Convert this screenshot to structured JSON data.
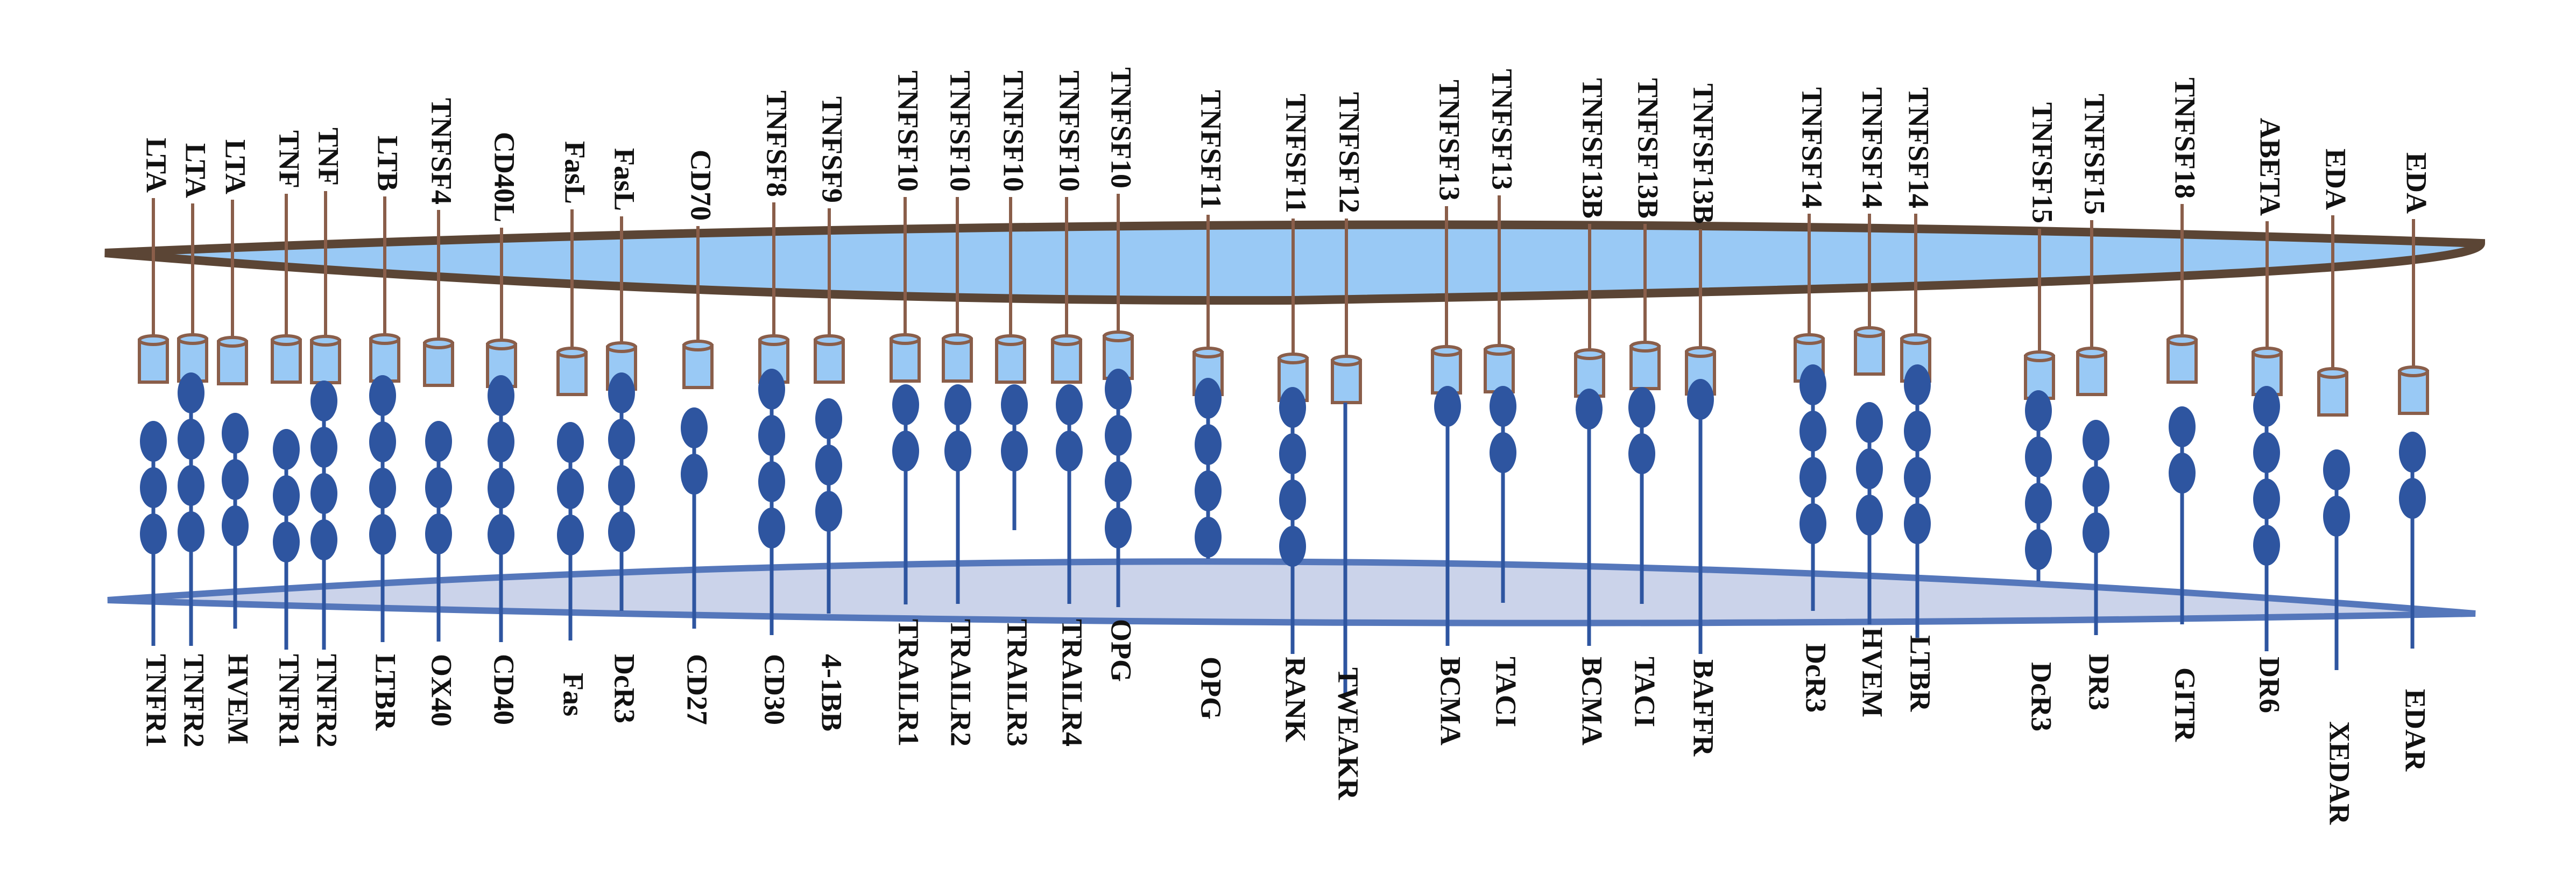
{
  "colors": {
    "upper_membrane_fill": "#99c9f5",
    "upper_membrane_edge": "#5b4535",
    "lower_membrane_fill": "#cbd3ea",
    "lower_membrane_edge": "#5577bb",
    "ligand_stalk": "#8a5e4a",
    "ligand_cylinder_fill": "#99c9f5",
    "ligand_cylinder_edge": "#8a5e4a",
    "receptor_color": "#2e55a0"
  },
  "pairs": [
    {
      "ligand": "LTA",
      "receptor": "TNFR1",
      "crd_count": 3
    },
    {
      "ligand": "LTA",
      "receptor": "TNFR2",
      "crd_count": 4
    },
    {
      "ligand": "LTA",
      "receptor": "HVEM",
      "crd_count": 3
    },
    {
      "ligand": "TNF",
      "receptor": "TNFR1",
      "crd_count": 3
    },
    {
      "ligand": "TNF",
      "receptor": "TNFR2",
      "crd_count": 4
    },
    {
      "ligand": "LTB",
      "receptor": "LTBR",
      "crd_count": 4
    },
    {
      "ligand": "TNFSF4",
      "receptor": "OX40",
      "crd_count": 3
    },
    {
      "ligand": "CD40L",
      "receptor": "CD40",
      "crd_count": 4
    },
    {
      "ligand": "FasL",
      "receptor": "Fas",
      "crd_count": 3
    },
    {
      "ligand": "FasL",
      "receptor": "DcR3",
      "crd_count": 4
    },
    {
      "ligand": "CD70",
      "receptor": "CD27",
      "crd_count": 2
    },
    {
      "ligand": "TNFSF8",
      "receptor": "CD30",
      "crd_count": 4
    },
    {
      "ligand": "TNFSF9",
      "receptor": "4-1BB",
      "crd_count": 3
    },
    {
      "ligand": "TNFSF10",
      "receptor": "TRAILR1",
      "crd_count": 2
    },
    {
      "ligand": "TNFSF10",
      "receptor": "TRAILR2",
      "crd_count": 2
    },
    {
      "ligand": "TNFSF10",
      "receptor": "TRAILR3",
      "crd_count": 2
    },
    {
      "ligand": "TNFSF10",
      "receptor": "TRAILR4",
      "crd_count": 2
    },
    {
      "ligand": "TNFSF10",
      "receptor": "OPG",
      "crd_count": 4
    },
    {
      "ligand": "TNFSF11",
      "receptor": "OPG",
      "crd_count": 4
    },
    {
      "ligand": "TNFSF11",
      "receptor": "RANK",
      "crd_count": 4
    },
    {
      "ligand": "TNFSF12",
      "receptor": "TWEAKR",
      "crd_count": 0
    },
    {
      "ligand": "TNFSF13",
      "receptor": "BCMA",
      "crd_count": 1
    },
    {
      "ligand": "TNFSF13",
      "receptor": "TACI",
      "crd_count": 2
    },
    {
      "ligand": "TNFSF13B",
      "receptor": "BCMA",
      "crd_count": 1
    },
    {
      "ligand": "TNFSF13B",
      "receptor": "TACI",
      "crd_count": 2
    },
    {
      "ligand": "TNFSF13B",
      "receptor": "BAFFR",
      "crd_count": 1
    },
    {
      "ligand": "TNFSF14",
      "receptor": "DcR3",
      "crd_count": 4
    },
    {
      "ligand": "TNFSF14",
      "receptor": "HVEM",
      "crd_count": 3
    },
    {
      "ligand": "TNFSF14",
      "receptor": "LTBR",
      "crd_count": 4
    },
    {
      "ligand": "TNFSF15",
      "receptor": "DcR3",
      "crd_count": 4
    },
    {
      "ligand": "TNFSF15",
      "receptor": "DR3",
      "crd_count": 3
    },
    {
      "ligand": "TNFSF18",
      "receptor": "GITR",
      "crd_count": 2
    },
    {
      "ligand": "ABETA",
      "receptor": "DR6",
      "crd_count": 4
    },
    {
      "ligand": "EDA",
      "receptor": "XEDAR",
      "crd_count": 2
    },
    {
      "ligand": "EDA",
      "receptor": "EDAR",
      "crd_count": 2
    }
  ]
}
